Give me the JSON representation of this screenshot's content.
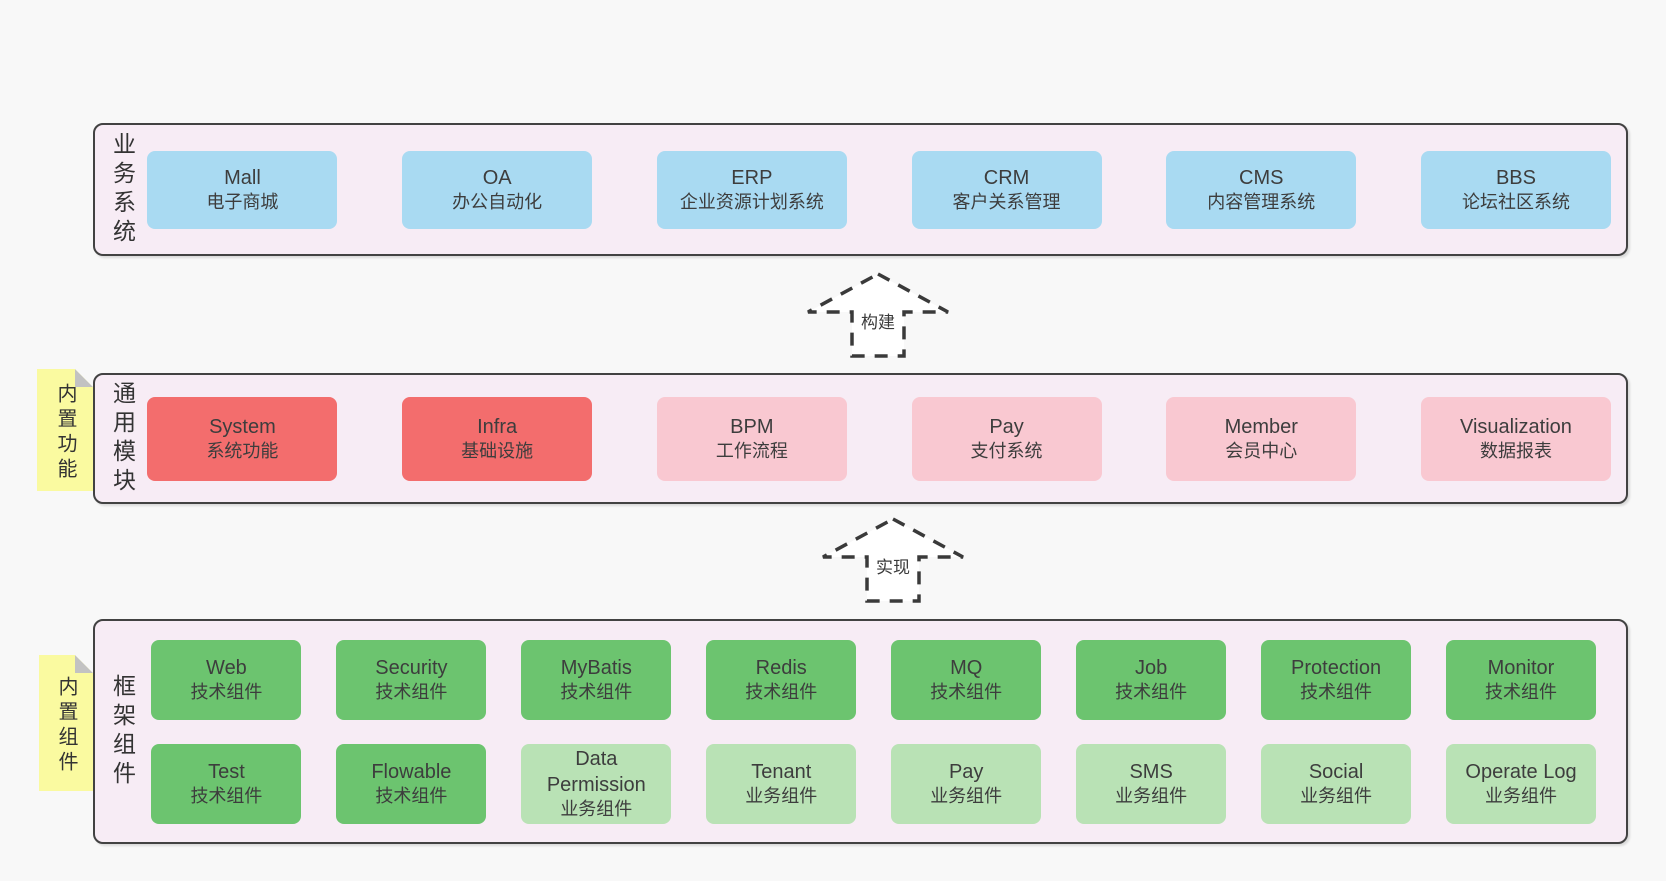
{
  "colors": {
    "page_bg": "#f8f8f8",
    "band_bg": "#f7ecf5",
    "band_border": "#424242",
    "box_blue": "#a9daf2",
    "box_red": "#f36d6d",
    "box_pink": "#f9c8d1",
    "box_green": "#6cc46f",
    "box_light_green": "#b9e2b5",
    "sticky_yellow": "#fafaa0",
    "sticky_fold_gray": "#c2c2c2",
    "arrow_stroke": "#3a3a3a"
  },
  "bands": [
    {
      "label": "业务系统",
      "boxes": [
        {
          "name": "Mall",
          "desc": "电子商城"
        },
        {
          "name": "OA",
          "desc": "办公自动化"
        },
        {
          "name": "ERP",
          "desc": "企业资源计划系统"
        },
        {
          "name": "CRM",
          "desc": "客户关系管理"
        },
        {
          "name": "CMS",
          "desc": "内容管理系统"
        },
        {
          "name": "BBS",
          "desc": "论坛社区系统"
        }
      ]
    },
    {
      "label": "通用模块",
      "note": "内置功能",
      "boxes": [
        {
          "name": "System",
          "desc": "系统功能"
        },
        {
          "name": "Infra",
          "desc": "基础设施"
        },
        {
          "name": "BPM",
          "desc": "工作流程"
        },
        {
          "name": "Pay",
          "desc": "支付系统"
        },
        {
          "name": "Member",
          "desc": "会员中心"
        },
        {
          "name": "Visualization",
          "desc": "数据报表"
        }
      ]
    },
    {
      "label": "框架组件",
      "note": "内置组件",
      "rows": [
        [
          {
            "name": "Web",
            "desc": "技术组件"
          },
          {
            "name": "Security",
            "desc": "技术组件"
          },
          {
            "name": "MyBatis",
            "desc": "技术组件"
          },
          {
            "name": "Redis",
            "desc": "技术组件"
          },
          {
            "name": "MQ",
            "desc": "技术组件"
          },
          {
            "name": "Job",
            "desc": "技术组件"
          },
          {
            "name": "Protection",
            "desc": "技术组件"
          },
          {
            "name": "Monitor",
            "desc": "技术组件"
          }
        ],
        [
          {
            "name": "Test",
            "desc": "技术组件"
          },
          {
            "name": "Flowable",
            "desc": "技术组件"
          },
          {
            "name": "Data Permission",
            "desc": "业务组件"
          },
          {
            "name": "Tenant",
            "desc": "业务组件"
          },
          {
            "name": "Pay",
            "desc": "业务组件"
          },
          {
            "name": "SMS",
            "desc": "业务组件"
          },
          {
            "name": "Social",
            "desc": "业务组件"
          },
          {
            "name": "Operate Log",
            "desc": "业务组件"
          }
        ]
      ]
    }
  ],
  "arrows": [
    {
      "label": "构建"
    },
    {
      "label": "实现"
    }
  ]
}
